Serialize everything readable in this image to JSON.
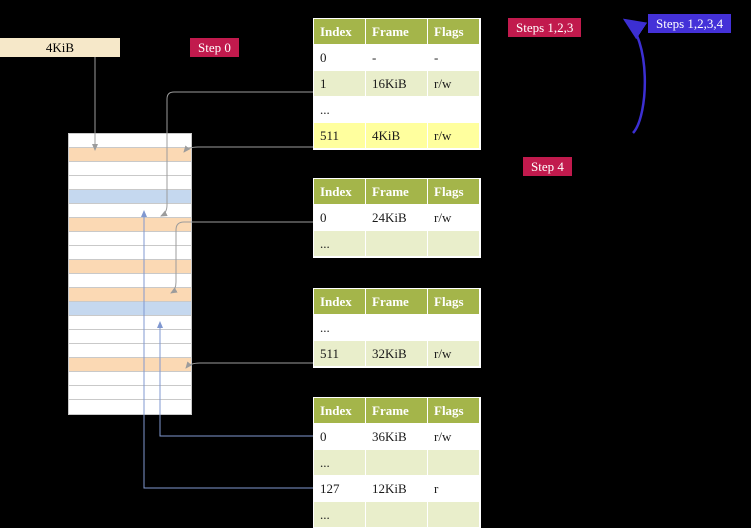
{
  "labels": {
    "page_size": "4KiB",
    "step0": "Step 0",
    "steps123": "Steps 1,2,3",
    "steps1234": "Steps 1,2,3,4",
    "step4": "Step 4"
  },
  "colors": {
    "accent_crimson": "#c11a4d",
    "accent_blue": "#4431d8",
    "table_header_olive": "#a4b54a",
    "row_tint_green": "#e9eecb",
    "row_highlight_yellow": "#ffff9e",
    "memory_frame_peach": "#fbd9b4",
    "memory_frame_blue": "#c5d8ef",
    "arrow_gray": "#9c9c9c",
    "arrow_light_blue": "#8098d0",
    "arrow_violet": "#3c2fd2"
  },
  "tables": [
    {
      "id": "level1",
      "headers": [
        "Index",
        "Frame",
        "Flags"
      ],
      "rows": [
        {
          "cells": [
            "0",
            "-",
            "-"
          ],
          "variant": "plain"
        },
        {
          "cells": [
            "1",
            "16KiB",
            "r/w"
          ],
          "variant": "tint"
        },
        {
          "cells": [
            "...",
            "",
            ""
          ],
          "variant": "plain"
        },
        {
          "cells": [
            "511",
            "4KiB",
            "r/w"
          ],
          "variant": "highlight"
        }
      ]
    },
    {
      "id": "level2",
      "headers": [
        "Index",
        "Frame",
        "Flags"
      ],
      "rows": [
        {
          "cells": [
            "0",
            "24KiB",
            "r/w"
          ],
          "variant": "plain"
        },
        {
          "cells": [
            "...",
            "",
            ""
          ],
          "variant": "tint"
        }
      ]
    },
    {
      "id": "level3",
      "headers": [
        "Index",
        "Frame",
        "Flags"
      ],
      "rows": [
        {
          "cells": [
            "...",
            "",
            ""
          ],
          "variant": "plain"
        },
        {
          "cells": [
            "511",
            "32KiB",
            "r/w"
          ],
          "variant": "tint"
        }
      ]
    },
    {
      "id": "level4",
      "headers": [
        "Index",
        "Frame",
        "Flags"
      ],
      "rows": [
        {
          "cells": [
            "0",
            "36KiB",
            "r/w"
          ],
          "variant": "plain"
        },
        {
          "cells": [
            "...",
            "",
            ""
          ],
          "variant": "tint"
        },
        {
          "cells": [
            "127",
            "12KiB",
            "r"
          ],
          "variant": "plain"
        },
        {
          "cells": [
            "...",
            "",
            ""
          ],
          "variant": "tint"
        }
      ]
    }
  ],
  "memory": {
    "rows": [
      "white",
      "peach",
      "white",
      "white",
      "blue",
      "white",
      "peach",
      "white",
      "white",
      "peach",
      "white",
      "peach",
      "blue",
      "white",
      "white",
      "white",
      "peach",
      "white",
      "white",
      "white"
    ]
  }
}
